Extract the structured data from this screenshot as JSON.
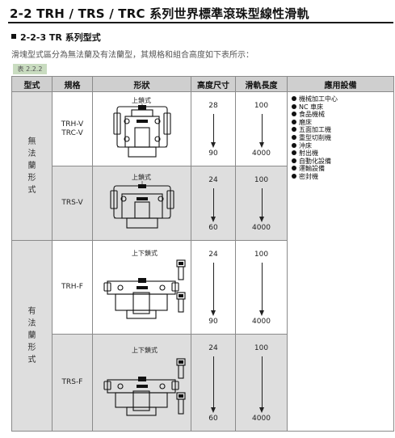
{
  "header": {
    "title": "2-2 TRH / TRS / TRC 系列世界標準滾珠型線性滑軌",
    "subtitle": "2-2-3 TR 系列型式",
    "intro": "滑塊型式區分為無法蘭及有法蘭型，其規格和組合高度如下表所示：",
    "table_tag": "表 2.2.2"
  },
  "table": {
    "columns": [
      "型式",
      "規格",
      "形狀",
      "高度尺寸",
      "滑軌長度",
      "應用設備"
    ],
    "groups": [
      {
        "type_chars": [
          "無",
          "法",
          "蘭",
          "形",
          "式"
        ]
      },
      {
        "type_chars": [
          "有",
          "法",
          "蘭",
          "形",
          "式"
        ]
      }
    ],
    "rows": [
      {
        "model_lines": [
          "TRH-V",
          "TRC-V"
        ],
        "shape_label": "上鎖式",
        "height_min": "28",
        "height_max": "90",
        "rail_min": "100",
        "rail_max": "4000"
      },
      {
        "model_lines": [
          "TRS-V"
        ],
        "shape_label": "上鎖式",
        "height_min": "24",
        "height_max": "60",
        "rail_min": "100",
        "rail_max": "4000"
      },
      {
        "model_lines": [
          "TRH-F"
        ],
        "shape_label": "上下鎖式",
        "height_min": "24",
        "height_max": "90",
        "rail_min": "100",
        "rail_max": "4000"
      },
      {
        "model_lines": [
          "TRS-F"
        ],
        "shape_label": "上下鎖式",
        "height_min": "24",
        "height_max": "60",
        "rail_min": "100",
        "rail_max": "4000"
      }
    ],
    "applications": [
      "機械加工中心",
      "NC 車床",
      "食品機械",
      "磨床",
      "五面加工機",
      "重型切削機",
      "沖床",
      "射出機",
      "自動化設備",
      "運輸設備",
      "密封機"
    ]
  },
  "colors": {
    "header_bg": "#cfcfcf",
    "row_grey": "#dedede",
    "tag_bg": "#c9dcc0"
  }
}
